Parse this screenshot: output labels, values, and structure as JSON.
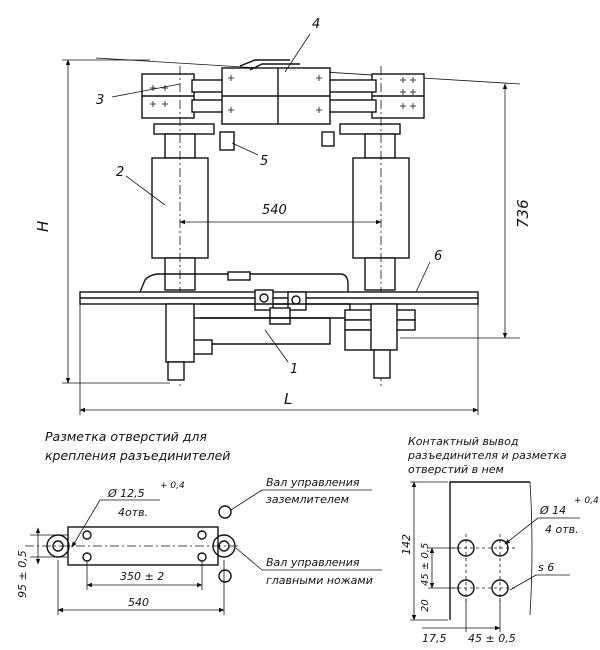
{
  "top_view": {
    "callouts": {
      "c1": "1",
      "c2": "2",
      "c3": "3",
      "c4": "4",
      "c5": "5",
      "c6": "6"
    },
    "dim_span": "540",
    "dim_height": "H",
    "dim_length": "L",
    "dim_736": "736"
  },
  "mount_view": {
    "title_line1": "Разметка  отверстий  для",
    "title_line2": "крепления  разъединителей",
    "hole_dia": "Ø 12,5",
    "hole_tol": "+ 0,4",
    "hole_count": "4отв.",
    "dim_350": "350 ± 2",
    "dim_540": "540",
    "dim_95": "95 ± 0,5",
    "ground_shaft_line1": "Вал  управления",
    "ground_shaft_line2": "заземлителем",
    "main_shaft_line1": "Вал  управления",
    "main_shaft_line2": "главными  ножами"
  },
  "contact_view": {
    "title_line1": "Контактный  вывод",
    "title_line2": "разъединителя  и  разметка",
    "title_line3": "отверстий  в  нем",
    "hole_dia": "Ø 14",
    "hole_tol": "+ 0,4",
    "hole_count": "4 отв.",
    "dim_142": "142",
    "dim_45v": "45 ± 0,5",
    "dim_20": "20",
    "dim_175": "17,5",
    "dim_45h": "45 ± 0,5",
    "thickness": "s 6"
  }
}
